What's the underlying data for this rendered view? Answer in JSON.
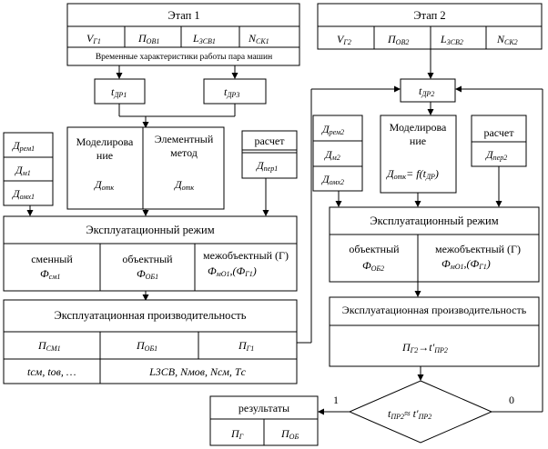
{
  "stage1": {
    "title": "Этап 1",
    "params": [
      {
        "main": "V",
        "sub": "Г1"
      },
      {
        "main": "П",
        "sub": "ОВ1"
      },
      {
        "main": "L",
        "sub": "3СВ1"
      },
      {
        "main": "N",
        "sub": "СК1"
      }
    ],
    "caption": "Временные характеристики работы пара машин",
    "tdp_left": {
      "main": "t",
      "sub": "ДР1"
    },
    "tdp_right": {
      "main": "t",
      "sub": "ДР3"
    }
  },
  "stage2": {
    "title": "Этап 2",
    "params": [
      {
        "main": "V",
        "sub": "Г2"
      },
      {
        "main": "П",
        "sub": "ОВ2"
      },
      {
        "main": "L",
        "sub": "3СВ2"
      },
      {
        "main": "N",
        "sub": "СК2"
      }
    ],
    "tdp": {
      "main": "t",
      "sub": "ДР2"
    }
  },
  "left": {
    "inputs": [
      {
        "main": "Д",
        "sub": "рем1"
      },
      {
        "main": "Д",
        "sub": "м1"
      },
      {
        "main": "Д",
        "sub": "омх1"
      }
    ],
    "modeling": {
      "title_line1": "Моделирова",
      "title_line2": "ние",
      "element_line1": "Элементный",
      "element_line2": "метод",
      "f_model": {
        "main": "Д",
        "sub": "отк"
      },
      "f_element": {
        "main": "Д",
        "sub": "отк"
      }
    },
    "calc": {
      "label": "расчет",
      "value": {
        "main": "Д",
        "sub": "пер1"
      }
    },
    "exploit_mode": {
      "title": "Эксплуатационный режим",
      "c1_label": "сменный",
      "c1_value": {
        "main": "Ф",
        "sub": "см1"
      },
      "c2_label": "объектный",
      "c2_value": {
        "main": "Ф",
        "sub": "ОБ1"
      },
      "c3_label": "межобъектный (Г)",
      "c3_value": "Ф",
      "c3_sub": "мО1",
      "c3_value2": ",(Ф",
      "c3_sub2": "Г1",
      "c3_close": ")"
    },
    "productivity": {
      "title": "Эксплуатационная производительность",
      "row1": [
        {
          "main": "П",
          "sub": "СМ1"
        },
        {
          "main": "П",
          "sub": "ОБ1"
        },
        {
          "main": "П",
          "sub": "Г1"
        }
      ],
      "row2_left": "t",
      "row2_left_full": "tсм, tов, …",
      "row2_right": "L3CB, Nмов, Nсм, Tс"
    }
  },
  "right": {
    "inputs": [
      {
        "main": "Д",
        "sub": "рем2"
      },
      {
        "main": "Д",
        "sub": "м2"
      },
      {
        "main": "Д",
        "sub": "омх2"
      }
    ],
    "modeling": {
      "title_line1": "Моделирова",
      "title_line2": "ние",
      "formula": "= f(t",
      "formula_sub": "ДР",
      "formula_close": ")"
    },
    "calc": {
      "label": "расчет",
      "value": {
        "main": "Д",
        "sub": "пер2"
      }
    },
    "exploit_mode": {
      "title": "Эксплуатационный режим",
      "c1_label": "объектный",
      "c1_value": {
        "main": "Ф",
        "sub": "ОБ2"
      },
      "c2_label": "межобъектный (Г)",
      "c2_value": "Ф",
      "c2_sub": "мО1",
      "c2_value2": ",(Ф",
      "c2_sub2": "Г1",
      "c2_close": ")"
    },
    "productivity": {
      "title": "Эксплуатационная производительность",
      "formula_main": "П",
      "formula_sub": "Г2",
      "formula_arrow": "→t′",
      "formula_sub2": "ПР2"
    }
  },
  "decision": {
    "lhs": "t",
    "lhs_sub": "ПР2",
    "op": "≈ t′",
    "rhs_sub": "ПР2",
    "yes": "1",
    "no": "0"
  },
  "results": {
    "title": "результаты",
    "cells": [
      {
        "main": "П",
        "sub": "Г"
      },
      {
        "main": "П",
        "sub": "ОБ"
      }
    ]
  }
}
